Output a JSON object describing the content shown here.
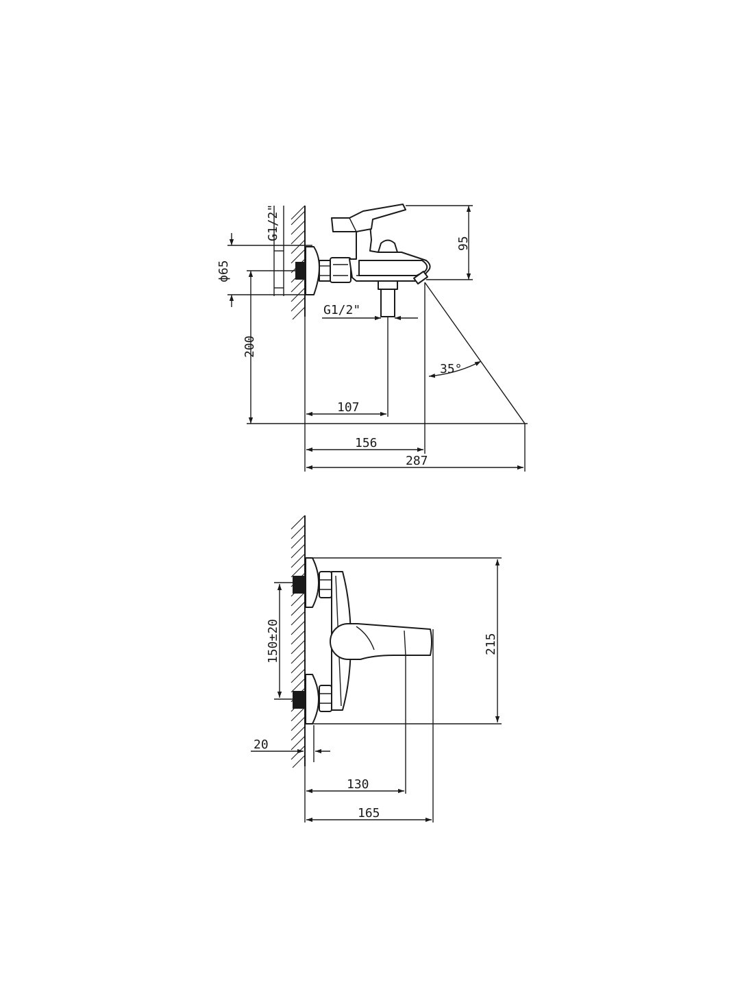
{
  "top_view": {
    "thread_top": "G1/2\"",
    "diameter": "ϕ65",
    "thread_bottom": "G1/2\"",
    "height_95": "95",
    "height_200": "200",
    "angle": "35°",
    "len_107": "107",
    "len_156": "156",
    "len_287": "287"
  },
  "bottom_view": {
    "spacing": "150±20",
    "height_215": "215",
    "depth_20": "20",
    "len_130": "130",
    "len_165": "165"
  }
}
